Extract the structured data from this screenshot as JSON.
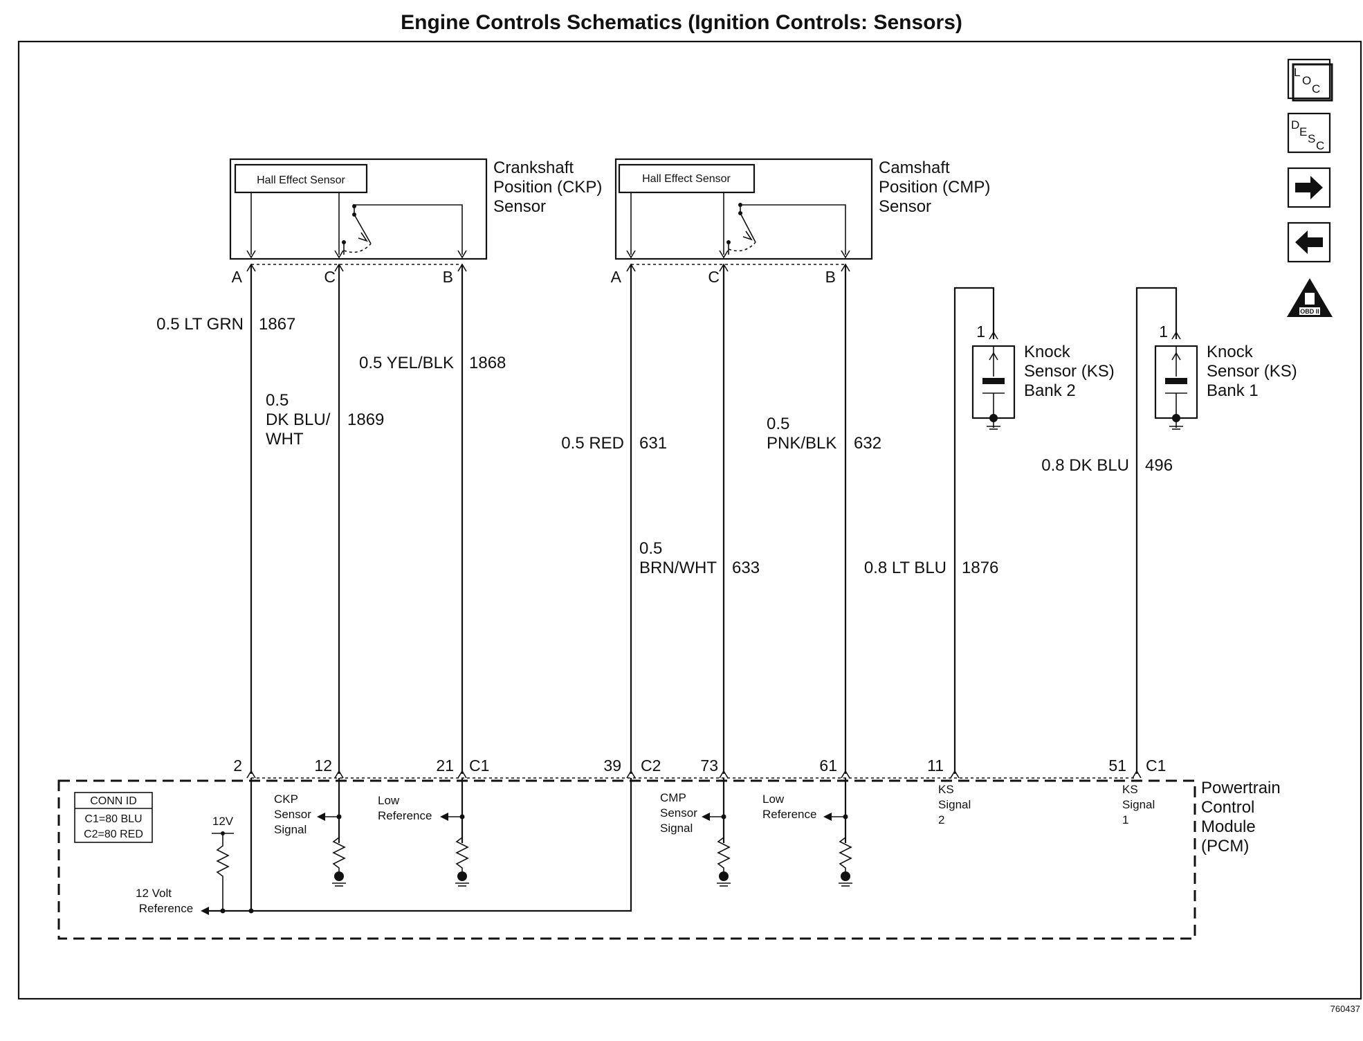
{
  "title": "Engine Controls Schematics (Ignition Controls: Sensors)",
  "figure_id": "760437",
  "nav_icons": [
    {
      "name": "loc-icon",
      "label": "LOC"
    },
    {
      "name": "desc-icon",
      "label": "DESC"
    },
    {
      "name": "arrow-right-icon",
      "label": ""
    },
    {
      "name": "arrow-left-icon",
      "label": ""
    },
    {
      "name": "obd-ii-icon",
      "label": "OBD II"
    }
  ],
  "ckp_sensor": {
    "hall_label": "Hall Effect Sensor",
    "name_lines": [
      "Crankshaft",
      "Position (CKP)",
      "Sensor"
    ],
    "pins": [
      "A",
      "C",
      "B"
    ]
  },
  "cmp_sensor": {
    "hall_label": "Hall Effect Sensor",
    "name_lines": [
      "Camshaft",
      "Position (CMP)",
      "Sensor"
    ],
    "pins": [
      "A",
      "C",
      "B"
    ]
  },
  "knock_bank2": {
    "pin": "1",
    "name_lines": [
      "Knock",
      "Sensor (KS)",
      "Bank 2"
    ]
  },
  "knock_bank1": {
    "pin": "1",
    "name_lines": [
      "Knock",
      "Sensor (KS)",
      "Bank 1"
    ]
  },
  "wires": [
    {
      "color_lines": [
        "0.5 LT GRN"
      ],
      "circuit": "1867"
    },
    {
      "color_lines": [
        "0.5",
        "DK BLU/",
        "WHT"
      ],
      "circuit": "1869"
    },
    {
      "color_lines": [
        "0.5 YEL/BLK"
      ],
      "circuit": "1868"
    },
    {
      "color_lines": [
        "0.5 RED"
      ],
      "circuit": "631"
    },
    {
      "color_lines": [
        "0.5",
        "BRN/WHT"
      ],
      "circuit": "633"
    },
    {
      "color_lines": [
        "0.5",
        "PNK/BLK"
      ],
      "circuit": "632"
    },
    {
      "color_lines": [
        "0.8 LT BLU"
      ],
      "circuit": "1876"
    },
    {
      "color_lines": [
        "0.8 DK BLU"
      ],
      "circuit": "496"
    }
  ],
  "pcm": {
    "name_lines": [
      "Powertrain",
      "Control",
      "Module",
      "(PCM)"
    ],
    "pins": [
      "2",
      "12",
      "21",
      "39",
      "73",
      "61",
      "11",
      "51"
    ],
    "connectors": [
      "C1",
      "C2",
      "C1"
    ],
    "conn_id": {
      "header": "CONN ID",
      "rows": [
        "C1=80 BLU",
        "C2=80 RED"
      ]
    },
    "supply": "12V",
    "ref_12v": [
      "12 Volt",
      "Reference"
    ],
    "ckp_signal": [
      "CKP",
      "Sensor",
      "Signal"
    ],
    "low_ref_1": [
      "Low",
      "Reference"
    ],
    "cmp_signal": [
      "CMP",
      "Sensor",
      "Signal"
    ],
    "low_ref_2": [
      "Low",
      "Reference"
    ],
    "ks2": [
      "KS",
      "Signal",
      "2"
    ],
    "ks1": [
      "KS",
      "Signal",
      "1"
    ]
  }
}
